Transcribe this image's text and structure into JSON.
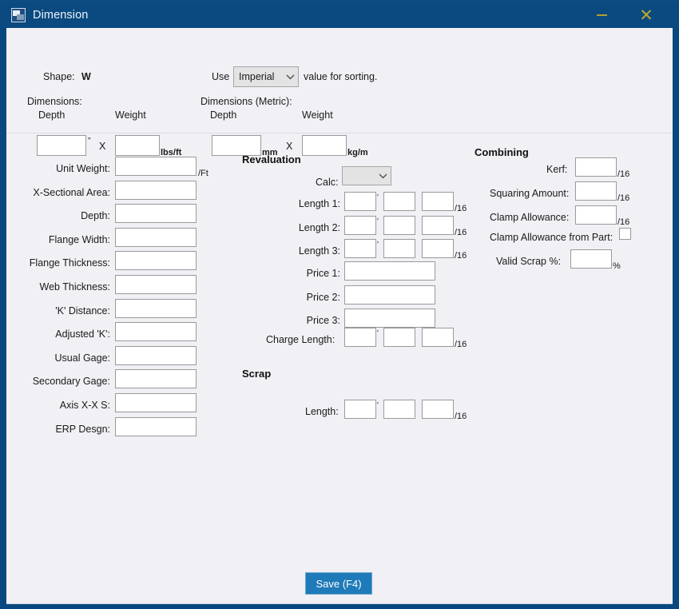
{
  "window": {
    "title": "Dimension",
    "icon": "app-icon",
    "minimize_glyph": "minimize-icon",
    "close_glyph": "close-icon"
  },
  "header": {
    "shape_label": "Shape:",
    "shape_value": "W",
    "use_label": "Use",
    "unit_system": "Imperial",
    "unit_options": [
      "Imperial"
    ],
    "sorting_label": "value for sorting.",
    "dimensions_label": "Dimensions:",
    "dimensions_metric_label": "Dimensions (Metric):",
    "depth_label": "Depth",
    "weight_label": "Weight",
    "depth_metric_label": "Depth",
    "weight_metric_label": "Weight",
    "depth_value": "",
    "weight_value": "",
    "depth_metric_value": "",
    "weight_metric_value": "",
    "inch_suffix": "\"",
    "times_1": "X",
    "lbsft_suffix": "lbs/ft",
    "mm_suffix": "mm",
    "times_2": "X",
    "kgm_suffix": "kg/m"
  },
  "properties": {
    "fields": [
      {
        "label": "Unit Weight:",
        "value": "",
        "suffix": "/Ft"
      },
      {
        "label": "X-Sectional Area:",
        "value": "",
        "suffix": ""
      },
      {
        "label": "Depth:",
        "value": "",
        "suffix": ""
      },
      {
        "label": "Flange Width:",
        "value": "",
        "suffix": ""
      },
      {
        "label": "Flange Thickness:",
        "value": "",
        "suffix": ""
      },
      {
        "label": "Web Thickness:",
        "value": "",
        "suffix": ""
      },
      {
        "label": "'K' Distance:",
        "value": "",
        "suffix": ""
      },
      {
        "label": "Adjusted 'K':",
        "value": "",
        "suffix": ""
      },
      {
        "label": "Usual Gage:",
        "value": "",
        "suffix": ""
      },
      {
        "label": "Secondary Gage:",
        "value": "",
        "suffix": ""
      },
      {
        "label": "Axis X-X S:",
        "value": "",
        "suffix": ""
      },
      {
        "label": "ERP Desgn:",
        "value": "",
        "suffix": ""
      }
    ]
  },
  "revaluation": {
    "title": "Revaluation",
    "calc_label": "Calc:",
    "calc_value": "",
    "lengths": [
      {
        "label": "Length 1:",
        "feet": "",
        "inches": "",
        "sixteenths": "",
        "foot_mark": "'",
        "suffix": "/16"
      },
      {
        "label": "Length 2:",
        "feet": "",
        "inches": "",
        "sixteenths": "",
        "foot_mark": "'",
        "suffix": "/16"
      },
      {
        "label": "Length 3:",
        "feet": "",
        "inches": "",
        "sixteenths": "",
        "foot_mark": "'",
        "suffix": "/16"
      }
    ],
    "prices": [
      {
        "label": "Price 1:",
        "value": ""
      },
      {
        "label": "Price 2:",
        "value": ""
      },
      {
        "label": "Price 3:",
        "value": ""
      }
    ],
    "charge_length": {
      "label": "Charge Length:",
      "feet": "",
      "inches": "",
      "sixteenths": "",
      "foot_mark": "'",
      "suffix": "/16"
    }
  },
  "scrap": {
    "title": "Scrap",
    "length": {
      "label": "Length:",
      "feet": "",
      "inches": "",
      "sixteenths": "",
      "foot_mark": "'",
      "suffix": "/16"
    }
  },
  "combining": {
    "title": "Combining",
    "kerf": {
      "label": "Kerf:",
      "value": "",
      "suffix": "/16"
    },
    "squaring_amount": {
      "label": "Squaring Amount:",
      "value": "",
      "suffix": "/16"
    },
    "clamp_allowance": {
      "label": "Clamp Allowance:",
      "value": "",
      "suffix": "/16"
    },
    "clamp_allowance_from_part": {
      "label": "Clamp Allowance from Part:",
      "checked": false
    },
    "valid_scrap_pct": {
      "label": "Valid Scrap %:",
      "value": "",
      "suffix": "%"
    }
  },
  "footer": {
    "save_label": "Save (F4)"
  },
  "colors": {
    "titlebar": "#0a4a80",
    "window_border": "#08487f",
    "client_bg": "#f0f0f5",
    "accent_button": "#1e7ab8",
    "win_glyph": "#b3a12f"
  }
}
